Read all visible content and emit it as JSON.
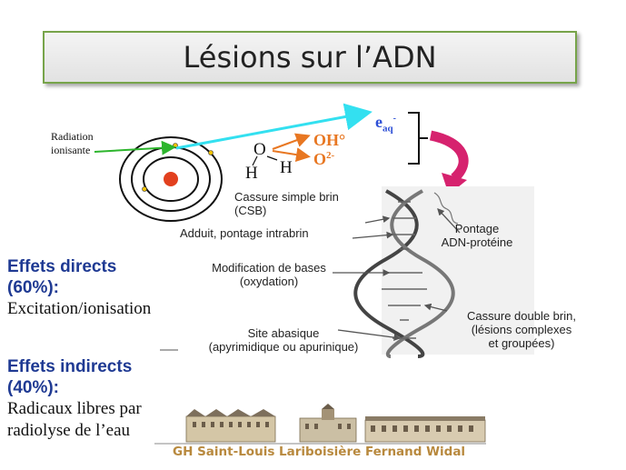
{
  "title": "Lésions sur l’ADN",
  "radiation": {
    "line1": "Radiation",
    "line2": "ionisante"
  },
  "water": {
    "o": "O",
    "h1": "H",
    "h2": "H"
  },
  "products": {
    "oh": "OH°",
    "o2_base": "O",
    "o2_sup": "2-",
    "e_base": "e",
    "e_sub": "aq",
    "e_sup": "-"
  },
  "dna_labels": {
    "csb_line1": "Cassure simple brin",
    "csb_line2": "(CSB)",
    "adduit": "Adduit, pontage intrabrin",
    "modif_line1": "Modification de bases",
    "modif_line2": "(oxydation)",
    "site_line1": "Site abasique",
    "site_line2": "(apyrimidique ou apurinique)",
    "pontage_line1": "Pontage",
    "pontage_line2": "ADN-protéine",
    "cdb_line1": "Cassure double brin,",
    "cdb_line2": "(lésions complexes",
    "cdb_line3": "et groupées)"
  },
  "effects_direct": {
    "head_line1": "Effets directs",
    "head_line2": "(60%):",
    "body": "Excitation/ionisation"
  },
  "effects_indirect": {
    "head_line1": "Effets indirects",
    "head_line2": "(40%):",
    "body_line1": "Radicaux libres par",
    "body_line2": "radiolyse de l’eau"
  },
  "footer": "GH Saint-Louis Lariboisière Fernand Widal",
  "colors": {
    "title_border": "#77a44a",
    "effects_heading": "#1f3a93",
    "products": "#e87722",
    "electron_arrow": "#33e0f0",
    "radiation_arrow": "#2db52d",
    "curved_arrow": "#d6226e",
    "nucleus": "#e2401e",
    "footer": "#b8893e"
  }
}
